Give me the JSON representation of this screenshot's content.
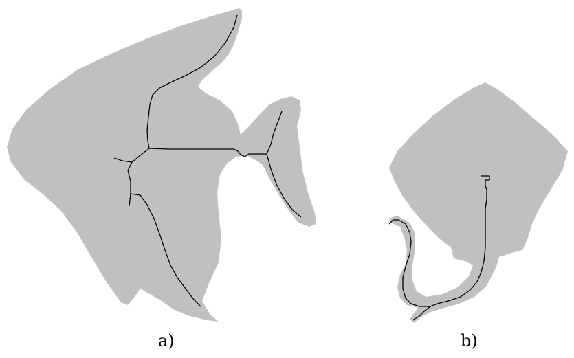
{
  "colors": {
    "background": "#ffffff",
    "shape_fill": "#c0c0c0",
    "skeleton_stroke": "#000000"
  },
  "panels": [
    {
      "caption": "a)",
      "shape": "angelfish silhouette with medial-axis skeleton"
    },
    {
      "caption": "b)",
      "shape": "stingray silhouette with medial-axis skeleton"
    }
  ]
}
